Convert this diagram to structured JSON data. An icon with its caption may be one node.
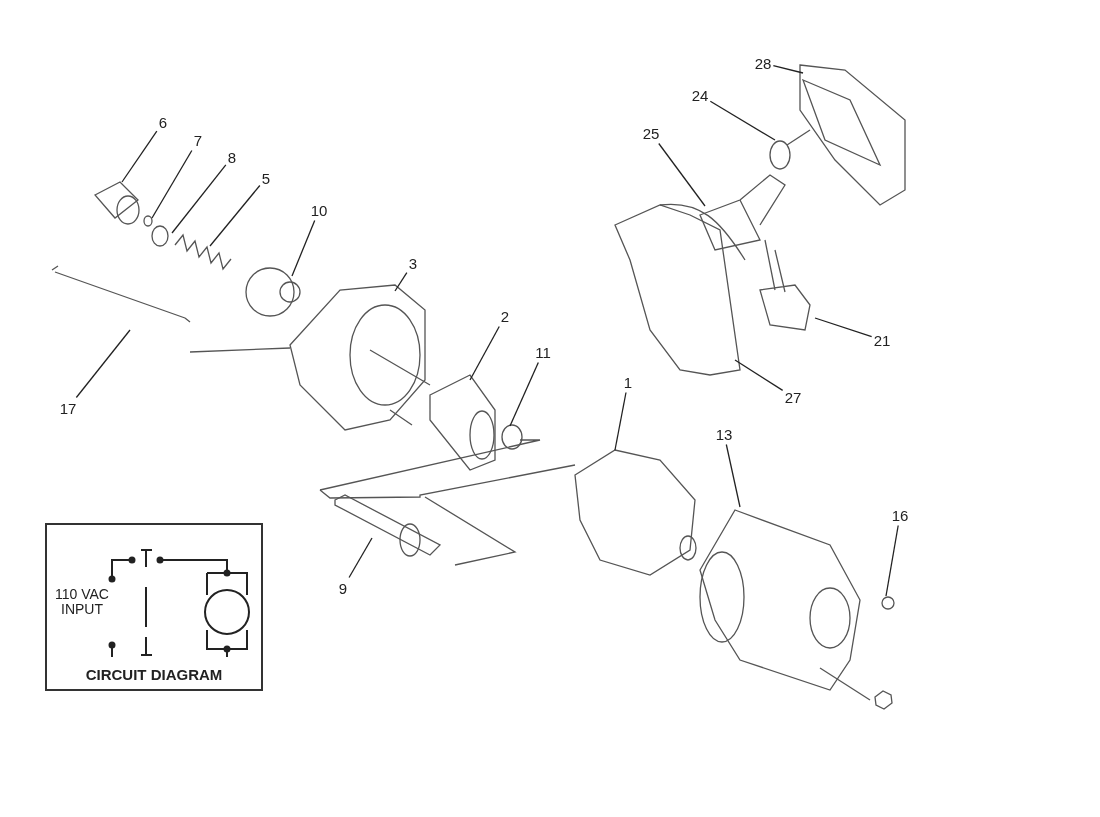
{
  "diagram": {
    "nodes": [
      {
        "text": [
          "28"
        ]
      },
      {
        "text": [
          "24"
        ]
      },
      {
        "text": [
          "6"
        ]
      },
      {
        "text": [
          "25"
        ]
      },
      {
        "text": [
          "7"
        ]
      },
      {
        "text": [
          "8"
        ]
      },
      {
        "text": [
          "5"
        ]
      },
      {
        "text": [
          "10"
        ]
      },
      {
        "text": [
          "3"
        ]
      },
      {
        "text": [
          "2"
        ]
      },
      {
        "text": [
          "21"
        ]
      },
      {
        "text": [
          "11"
        ]
      },
      {
        "text": [
          "1"
        ]
      },
      {
        "text": [
          "27"
        ]
      },
      {
        "text": [
          "17"
        ]
      },
      {
        "text": [
          "13"
        ]
      },
      {
        "text": [
          "16"
        ]
      },
      {
        "text": [
          "110 VAC INPUT",
          "CIRCUIT DIAGRAM"
        ]
      },
      {
        "text": [
          "9"
        ]
      }
    ],
    "edges": [
      {
        "from": 0,
        "to": null,
        "arrow": "none"
      },
      {
        "from": 1,
        "to": null,
        "arrow": "none"
      },
      {
        "from": 2,
        "to": null,
        "arrow": "none"
      },
      {
        "from": 3,
        "to": null,
        "arrow": "none"
      },
      {
        "from": 4,
        "to": null,
        "arrow": "none"
      },
      {
        "from": 5,
        "to": null,
        "arrow": "none"
      },
      {
        "from": 6,
        "to": null,
        "arrow": "none"
      },
      {
        "from": 7,
        "to": null,
        "arrow": "none"
      },
      {
        "from": 8,
        "to": null,
        "arrow": "none"
      },
      {
        "from": 9,
        "to": null,
        "arrow": "none"
      },
      {
        "from": 10,
        "to": null,
        "arrow": "none"
      },
      {
        "from": 11,
        "to": null,
        "arrow": "none"
      },
      {
        "from": 12,
        "to": null,
        "arrow": "none"
      },
      {
        "from": 13,
        "to": null,
        "arrow": "none"
      },
      {
        "from": 14,
        "to": null,
        "arrow": "none"
      },
      {
        "from": 15,
        "to": null,
        "arrow": "none"
      },
      {
        "from": 16,
        "to": null,
        "arrow": "none"
      },
      {
        "from": 18,
        "to": null,
        "arrow": "none"
      }
    ]
  }
}
